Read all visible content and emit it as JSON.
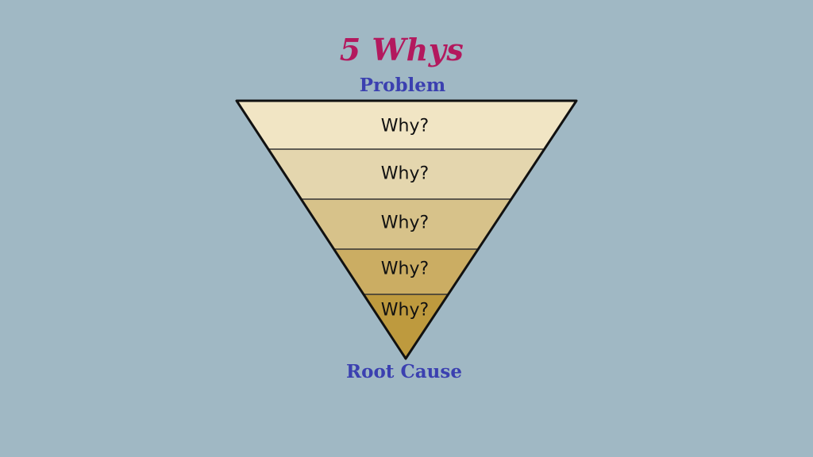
{
  "diagram": {
    "title": "5 Whys",
    "top_label": "Problem",
    "bottom_label": "Root Cause",
    "levels": [
      {
        "label": "Why?",
        "color": "#f1e5c4"
      },
      {
        "label": "Why?",
        "color": "#e4d6ae"
      },
      {
        "label": "Why?",
        "color": "#d7c28a"
      },
      {
        "label": "Why?",
        "color": "#cbad63"
      },
      {
        "label": "Why?",
        "color": "#be9a3e"
      }
    ],
    "outline_color": "#111111"
  }
}
